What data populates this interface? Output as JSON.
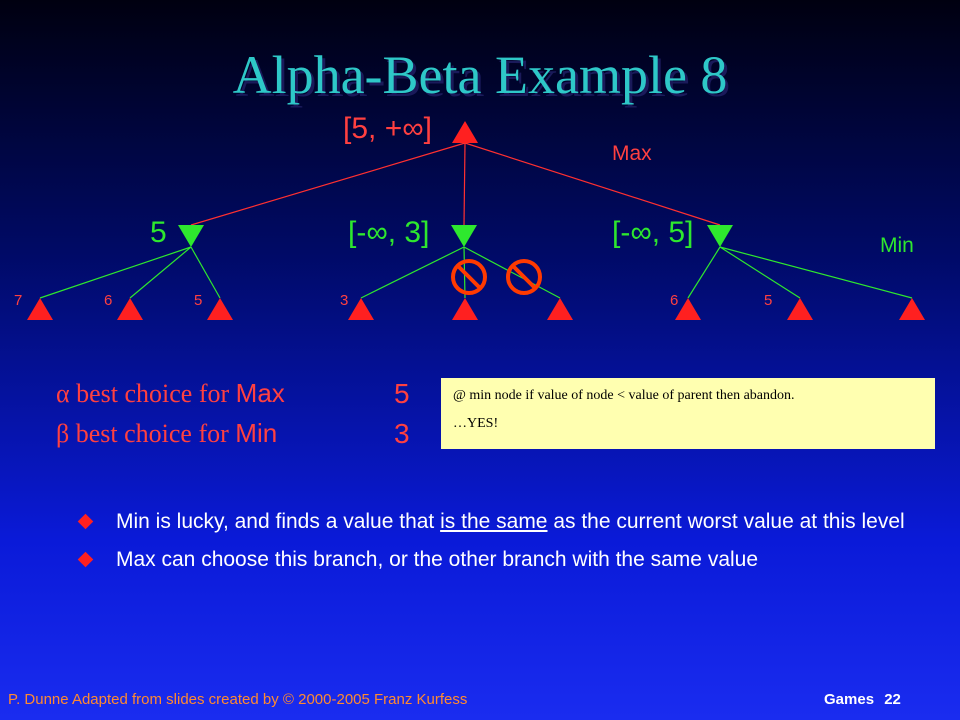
{
  "slide": {
    "title": "Alpha-Beta Example 8",
    "tree": {
      "root_label": "[5, +∞]",
      "level_max_label": "Max",
      "level_min_label": "Min",
      "min_nodes": [
        {
          "label": "5"
        },
        {
          "label": "[-∞, 3]"
        },
        {
          "label": "[-∞, 5]"
        }
      ],
      "leaves": [
        {
          "label": "7"
        },
        {
          "label": "6"
        },
        {
          "label": "5"
        },
        {
          "label": "3"
        },
        {
          "label": ""
        },
        {
          "label": ""
        },
        {
          "label": "6"
        },
        {
          "label": "5"
        },
        {
          "label": ""
        }
      ],
      "pruned_marks": 2,
      "colors": {
        "max": "#ff2020",
        "min": "#2ee82e",
        "leaf": "#ff2020",
        "edge_max": "#ff3030",
        "edge_min": "#2ee82e",
        "prune": "#ff3a00"
      }
    },
    "legend": {
      "alpha": {
        "symbol": "α",
        "text": "best choice for",
        "player": "Max",
        "value": "5"
      },
      "beta": {
        "symbol": "β",
        "text": "best choice for",
        "player": "Min",
        "value": "3"
      }
    },
    "note": {
      "line1": "@ min node if value of node  < value of parent then abandon.",
      "line2": "…YES!"
    },
    "bullets": [
      {
        "before": "Min is lucky, and finds a value that ",
        "underlined": "is the same",
        "after": " as the current worst value at this level"
      },
      {
        "before": "Max can choose this branch, or the other branch with the same value",
        "underlined": "",
        "after": ""
      }
    ],
    "footer": {
      "left": "P. Dunne  Adapted from slides created by © 2000-2005 Franz Kurfess",
      "right_label": "Games",
      "page": "22"
    }
  }
}
